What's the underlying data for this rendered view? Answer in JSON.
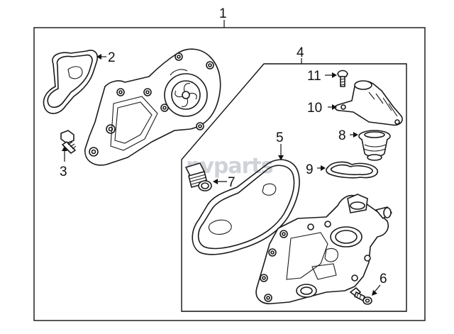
{
  "diagram": {
    "watermark": "nvparts",
    "callouts": {
      "c1": "1",
      "c2": "2",
      "c3": "3",
      "c4": "4",
      "c5": "5",
      "c6": "6",
      "c7": "7",
      "c8": "8",
      "c9": "9",
      "c10": "10",
      "c11": "11"
    }
  }
}
